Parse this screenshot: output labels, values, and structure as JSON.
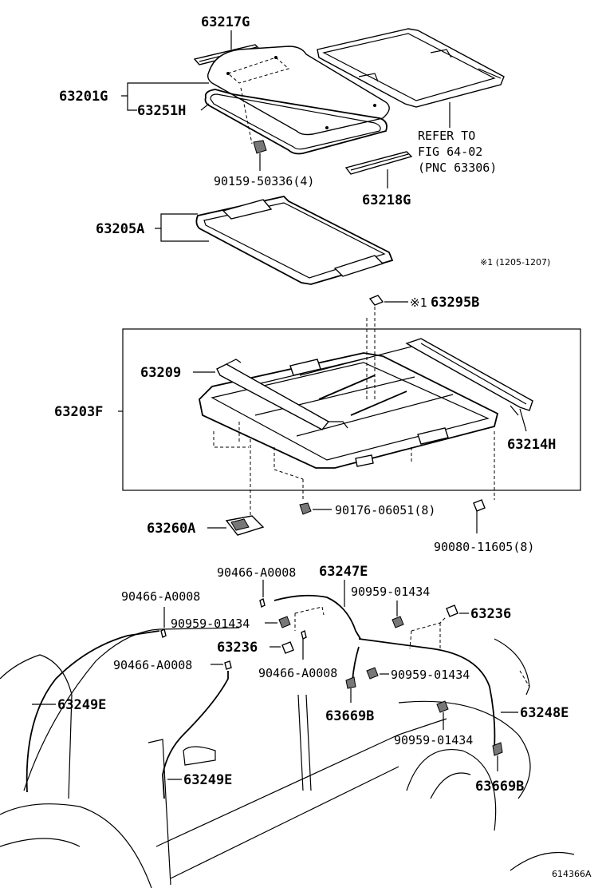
{
  "labels": {
    "p63217G": "63217G",
    "p63201G": "63201G",
    "p63251H": "63251H",
    "p90159": "90159-50336(4)",
    "refer1": "REFER TO",
    "refer2": "FIG 64-02",
    "refer3": "(PNC 63306)",
    "p63218G": "63218G",
    "p63205A": "63205A",
    "note1": "※1 (1205-1207)",
    "p63295B_mark": "※1",
    "p63295B": "63295B",
    "p63209": "63209",
    "p63203F": "63203F",
    "p63214H": "63214H",
    "p90176": "90176-06051(8)",
    "p63260A": "63260A",
    "p90080": "90080-11605(8)",
    "p90466_a": "90466-A0008",
    "p63247E": "63247E",
    "p90466_b": "90466-A0008",
    "p90959_a": "90959-01434",
    "p90959_b": "90959-01434",
    "p63236_a": "63236",
    "p63236_b": "63236",
    "p90466_c": "90466-A0008",
    "p90466_d": "90466-A0008",
    "p90959_c": "90959-01434",
    "p63249E_a": "63249E",
    "p63669B_a": "63669B",
    "p63248E": "63248E",
    "p90959_d": "90959-01434",
    "p63249E_b": "63249E",
    "p63669B_b": "63669B",
    "figure_id": "614366A"
  }
}
